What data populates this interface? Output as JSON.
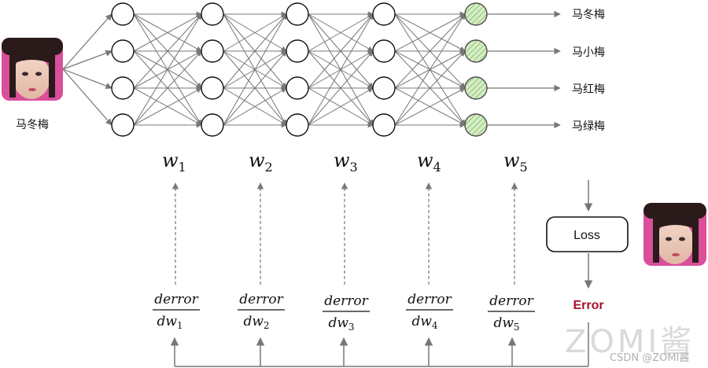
{
  "input_label": "马冬梅",
  "output_labels": [
    "马冬梅",
    "马小梅",
    "马红梅",
    "马绿梅"
  ],
  "weights": [
    {
      "base": "w",
      "sub": "1"
    },
    {
      "base": "w",
      "sub": "2"
    },
    {
      "base": "w",
      "sub": "3"
    },
    {
      "base": "w",
      "sub": "4"
    },
    {
      "base": "w",
      "sub": "5"
    }
  ],
  "gradients": [
    {
      "numerator": "derror",
      "den_base": "dw",
      "den_sub": "1"
    },
    {
      "numerator": "derror",
      "den_base": "dw",
      "den_sub": "2"
    },
    {
      "numerator": "derror",
      "den_base": "dw",
      "den_sub": "3"
    },
    {
      "numerator": "derror",
      "den_base": "dw",
      "den_sub": "4"
    },
    {
      "numerator": "derror",
      "den_base": "dw",
      "den_sub": "5"
    }
  ],
  "loss_label": "Loss",
  "error_label": "Error",
  "watermark": {
    "logo": "ZOMI酱",
    "credit": "CSDN @ZOMI酱"
  },
  "colors": {
    "edge": "#777777",
    "node_stroke": "#111111",
    "output_fill": "#cfe8bf",
    "output_stripe": "#8cc46a",
    "error": "#a8102a",
    "photo_bg": "#d94f9a"
  },
  "icons": {
    "input_photo": "portrait-photo",
    "target_photo": "portrait-photo"
  }
}
